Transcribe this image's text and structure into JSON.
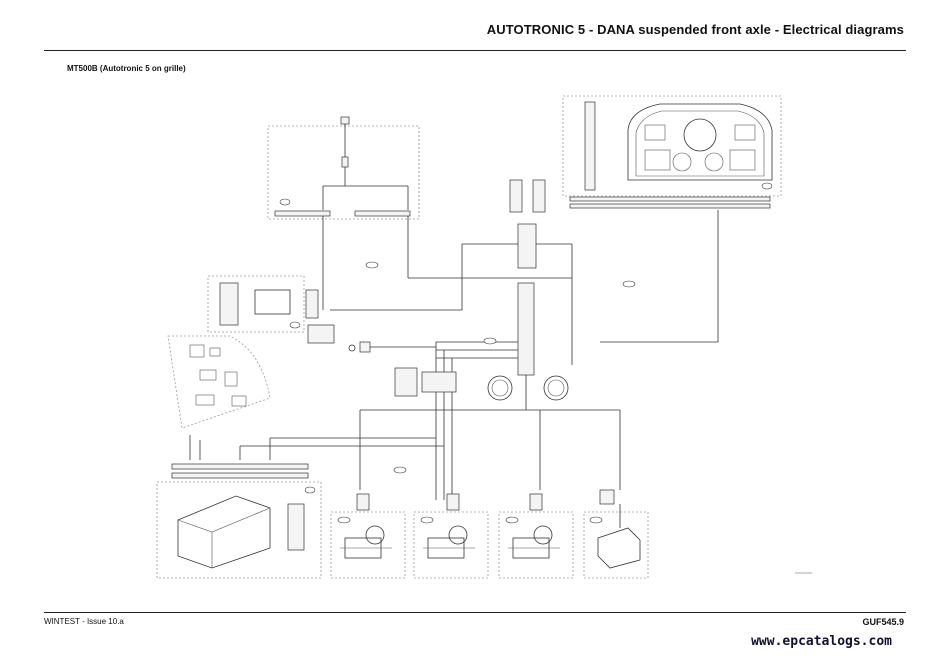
{
  "header": {
    "title": "AUTOTRONIC 5 - DANA suspended front axle - Electrical diagrams"
  },
  "diagram": {
    "subtitle": "MT500B (Autotronic 5 on grille)"
  },
  "footer": {
    "left": "WINTEST - Issue 10.a",
    "right": "GUF545.9"
  },
  "watermark": "www.epcatalogs.com",
  "colors": {
    "line": "#333333",
    "dashed_frame": "#9a9a9a"
  }
}
